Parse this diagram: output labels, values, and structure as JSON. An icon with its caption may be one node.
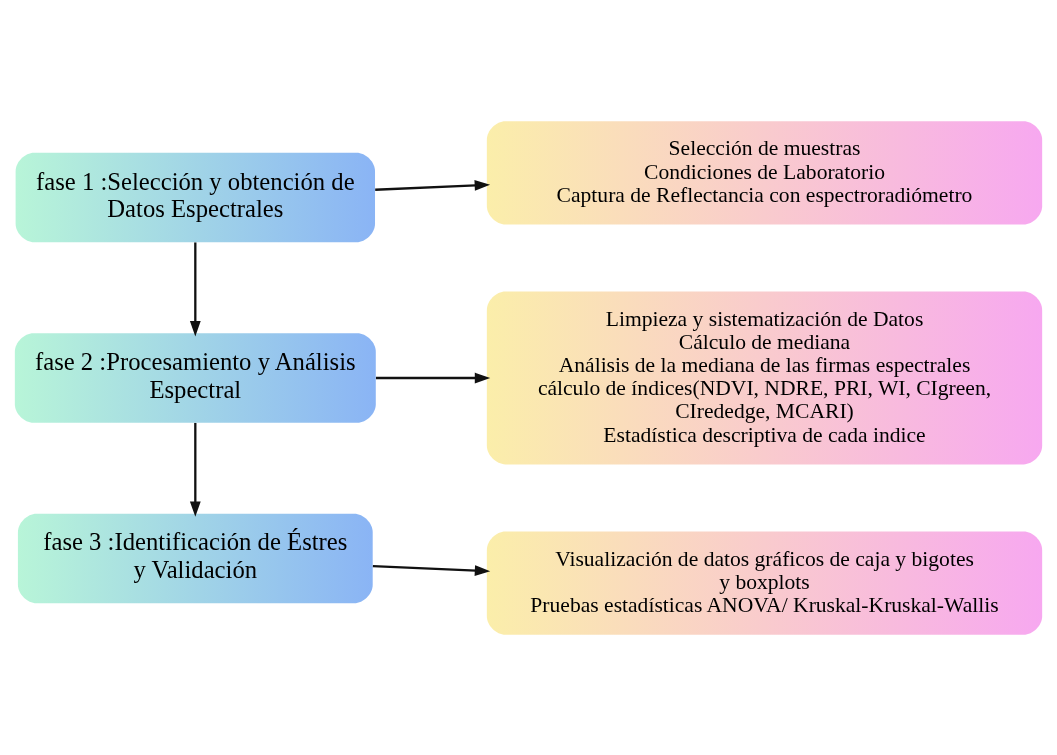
{
  "diagram": {
    "nodes": [
      {
        "text": [
          "fase 1 :Selección y obtención de Datos Espectrales"
        ]
      },
      {
        "text": [
          "Selección de muestras",
          "Condiciones de Laboratorio",
          "Captura de Reflectancia con espectroradiómetro"
        ]
      },
      {
        "text": [
          "fase 2 :Procesamiento y Análisis Espectral"
        ]
      },
      {
        "text": [
          "Limpieza y sistematización de Datos",
          "Cálculo de mediana",
          "Análisis de la mediana de las firmas espectrales",
          "cálculo de índices(NDVI, NDRE, PRI, WI, CIgreen, CIrededge, MCARI)",
          "Estadística descriptiva de cada indice"
        ]
      },
      {
        "text": [
          "fase 3 :Identificación de Éstres y Validación"
        ]
      },
      {
        "text": [
          "Visualización de datos gráficos de caja y bigotes y boxplots",
          "Pruebas estadísticas ANOVA/ Kruskal-Kruskal-Wallis"
        ]
      }
    ],
    "edges": [
      {
        "from": 0,
        "to": 1,
        "arrow": "to"
      },
      {
        "from": 0,
        "to": 2,
        "arrow": "to"
      },
      {
        "from": 2,
        "to": 3,
        "arrow": "to"
      },
      {
        "from": 2,
        "to": 4,
        "arrow": "to"
      },
      {
        "from": 4,
        "to": 5,
        "arrow": "to"
      }
    ]
  }
}
